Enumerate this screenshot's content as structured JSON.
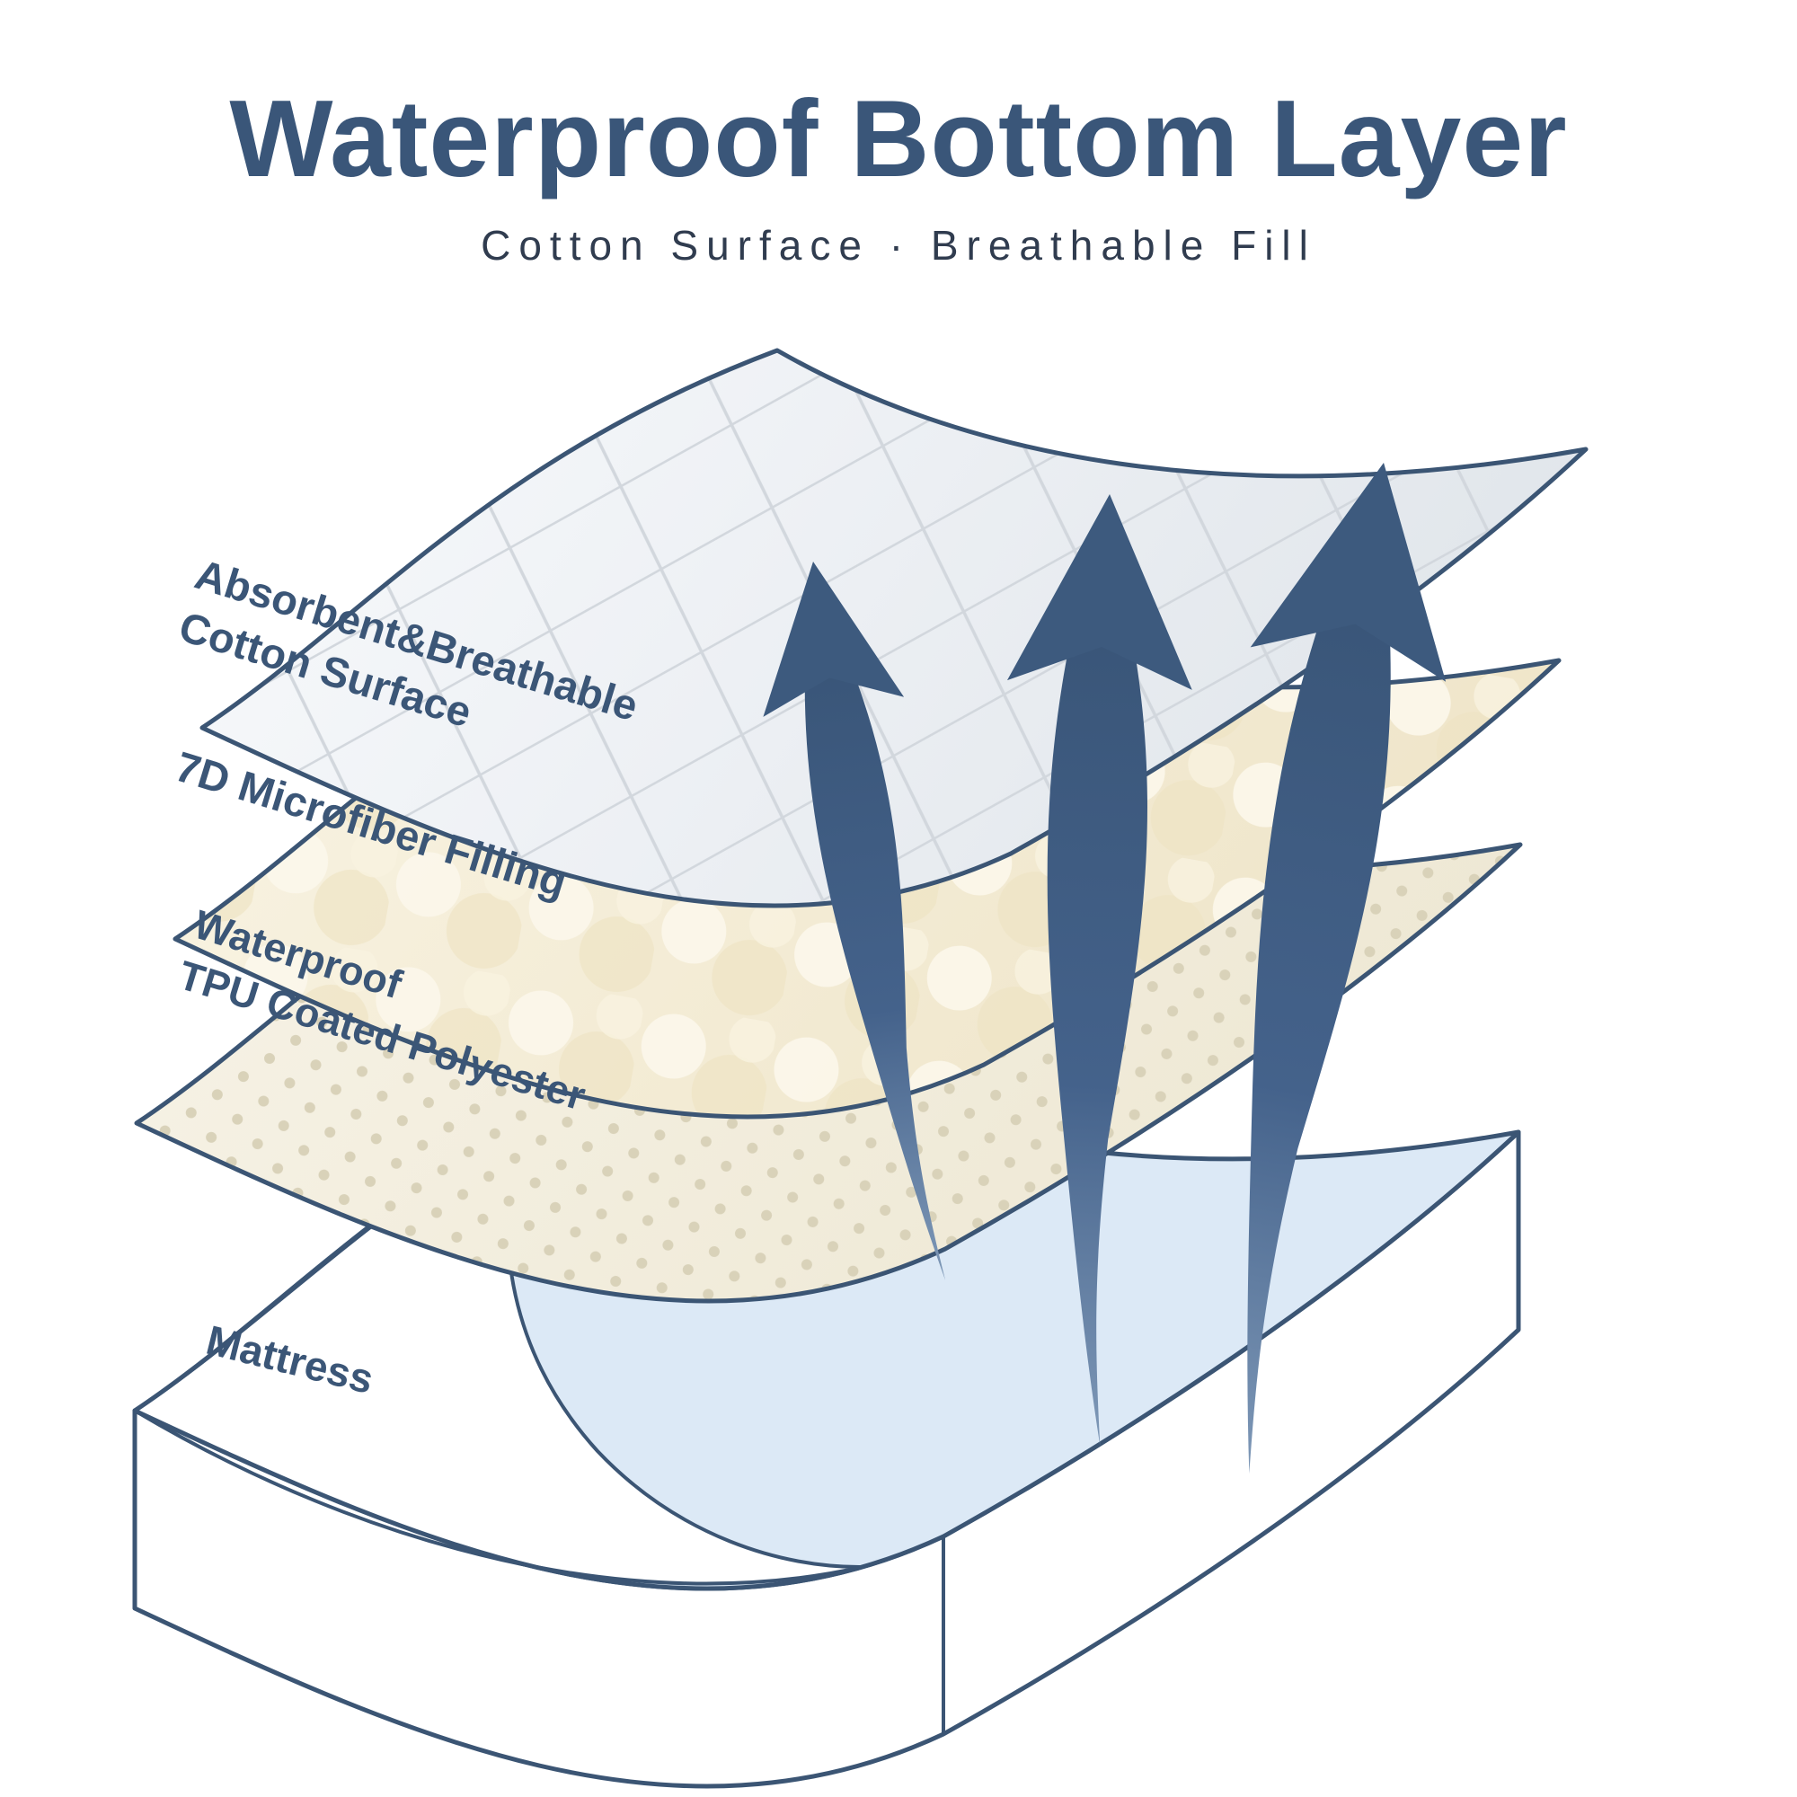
{
  "title": "Waterproof Bottom Layer",
  "subtitle": "Cotton Surface · Breathable Fill",
  "labels": {
    "cotton": {
      "line1": "Absorbent&Breathable",
      "line2": "Cotton Surface"
    },
    "filling": {
      "line1": "7D Microfiber Filling"
    },
    "tpu": {
      "line1": "Waterproof",
      "line2": "TPU Coated Polyester"
    },
    "mattress": {
      "line1": "Mattress"
    }
  },
  "icons": {
    "airflow_arrow": "curved-up-arrow"
  },
  "colors": {
    "title": "#3a5679",
    "outline": "#3b5574",
    "arrow": "#41608a",
    "cotton_sheet": "#eef1f4",
    "filling_sheet": "#f6efdb",
    "tpu_sheet": "#f2eddd",
    "mattress_top": "#dce9f6",
    "background": "#ffffff"
  }
}
